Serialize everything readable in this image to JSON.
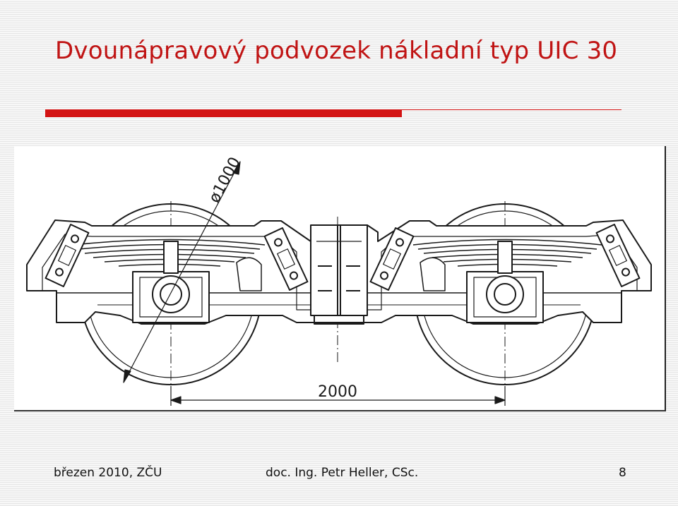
{
  "slide": {
    "title": "Dvounápravový podvozek nákladní typ UIC 30",
    "accent_color": "#d31313"
  },
  "drawing": {
    "wheel_diameter_label": "ø1000",
    "wheelbase_label": "2000"
  },
  "footer": {
    "date": "březen 2010, ZČU",
    "author": "doc. Ing. Petr Heller, CSc.",
    "page": "8"
  }
}
